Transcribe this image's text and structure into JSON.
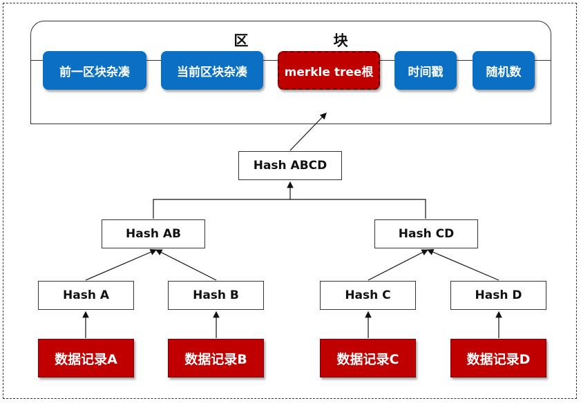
{
  "block": {
    "title": "区 块",
    "fields": [
      "前一区块杂凑",
      "当前区块杂凑",
      "merkle tree根",
      "时间戳",
      "随机数"
    ]
  },
  "tree": {
    "root": "Hash ABCD",
    "level1": [
      "Hash AB",
      "Hash CD"
    ],
    "leaves": [
      "Hash A",
      "Hash B",
      "Hash C",
      "Hash D"
    ]
  },
  "records": [
    "数据记录A",
    "数据记录B",
    "数据记录C",
    "数据记录D"
  ],
  "colors": {
    "field_blue": "#0b6fc4",
    "highlight_red": "#c00000"
  }
}
